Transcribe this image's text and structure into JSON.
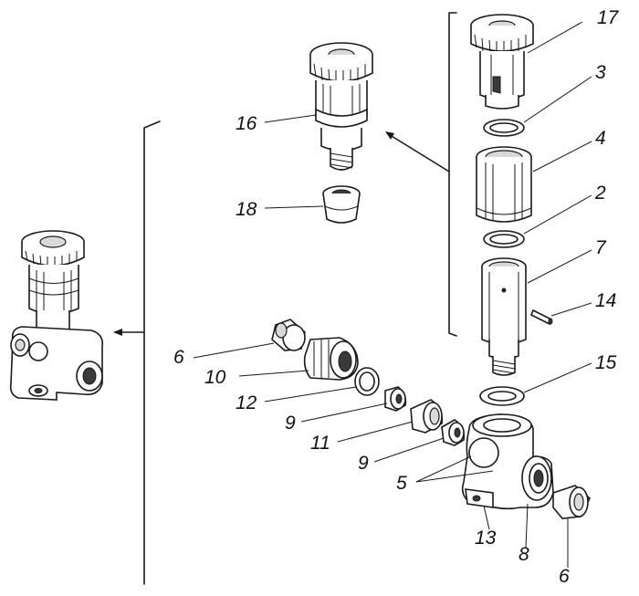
{
  "callouts": {
    "c17": "17",
    "c3": "3",
    "c4": "4",
    "c2": "2",
    "c7": "7",
    "c14": "14",
    "c15": "15",
    "c16": "16",
    "c18": "18",
    "c6a": "6",
    "c10": "10",
    "c12": "12",
    "c9a": "9",
    "c11": "11",
    "c9b": "9",
    "c5": "5",
    "c13": "13",
    "c8": "8",
    "c6b": "6"
  }
}
